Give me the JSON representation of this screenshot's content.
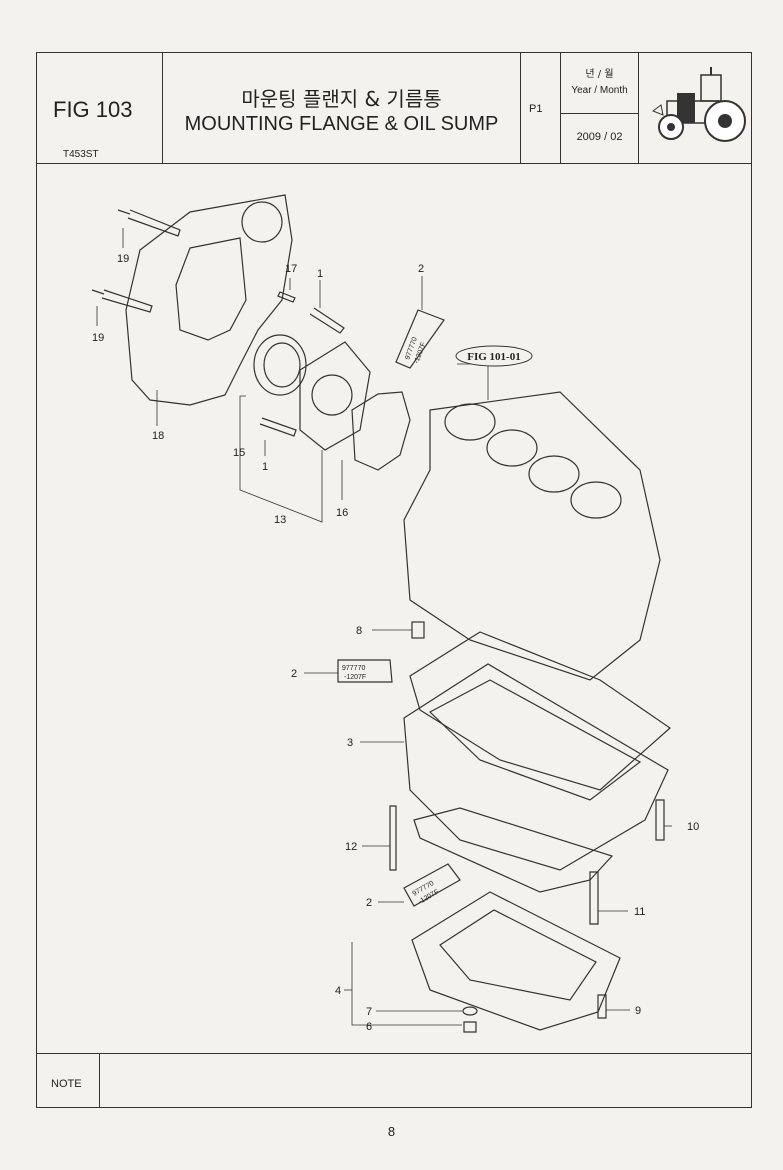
{
  "header": {
    "fig_label": "FIG 103",
    "model": "T453ST",
    "title_ko": "마운팅 플랜지 & 기름통",
    "title_en": "MOUNTING FLANGE & OIL SUMP",
    "page": "P1",
    "year_month_ko": "년 / 월",
    "year_month_en": "Year / Month",
    "date": "2009 / 02",
    "logo_icon": "tractor-icon"
  },
  "diagram": {
    "ref_label": "FIG 101-01",
    "sealant_code_a": "977770",
    "sealant_code_b": "-1207F",
    "callouts": {
      "c1a": "1",
      "c1b": "1",
      "c2a": "2",
      "c2b": "2",
      "c2c": "2",
      "c3": "3",
      "c4": "4",
      "c6": "6",
      "c7": "7",
      "c8": "8",
      "c9": "9",
      "c10": "10",
      "c11": "11",
      "c12": "12",
      "c13": "13",
      "c15": "15",
      "c16": "16",
      "c17": "17",
      "c18": "18",
      "c19a": "19",
      "c19b": "19"
    }
  },
  "note": {
    "label": "NOTE"
  },
  "page_number": "8"
}
